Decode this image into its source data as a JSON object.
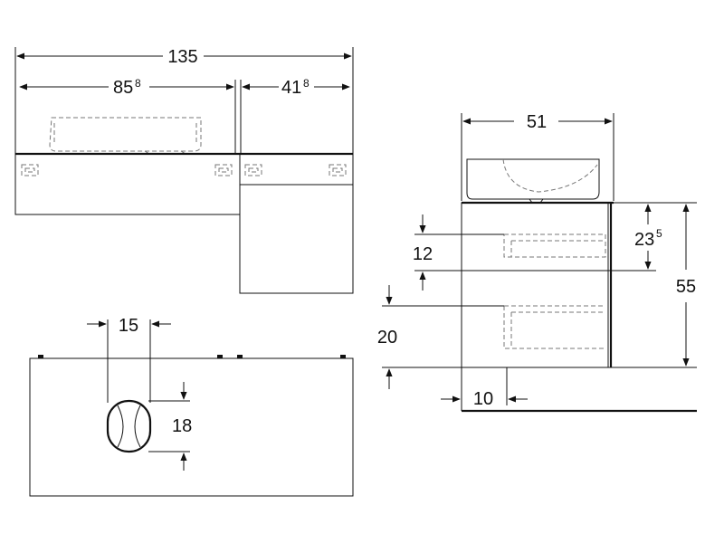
{
  "dimensions": {
    "total_width": "135",
    "left_width_main": "85",
    "left_width_sup": "8",
    "right_width_main": "41",
    "right_width_sup": "8",
    "depth": "51",
    "drawer_height_main": "23",
    "drawer_height_sup": "5",
    "total_height": "55",
    "upper_gap": "12",
    "lower_gap": "20",
    "inset": "10",
    "cutout_width": "15",
    "cutout_height": "18"
  }
}
